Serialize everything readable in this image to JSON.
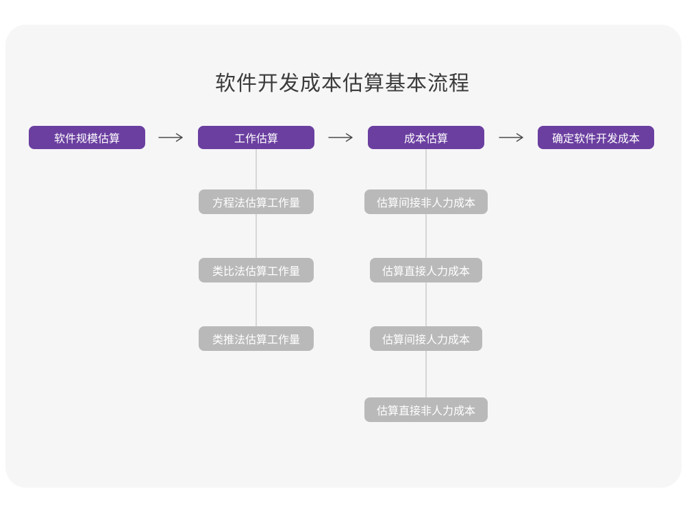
{
  "page": {
    "title": "软件开发成本估算基本流程"
  },
  "colors": {
    "page_bg": "#ffffff",
    "card_bg": "#f6f6f7",
    "stage_box": "#6b3fa0",
    "child_box": "#b9b9b9",
    "box_text": "#ffffff",
    "title_text": "#3b3b3b",
    "arrow": "#4a4a4a",
    "connector_line": "#d6d6d6"
  },
  "icons": {
    "flow_arrow": "long-right-arrow"
  },
  "flow": {
    "stages": [
      {
        "label": "软件规模估算",
        "children": []
      },
      {
        "label": "工作估算",
        "children": [
          "方程法估算工作量",
          "类比法估算工作量",
          "类推法估算工作量"
        ]
      },
      {
        "label": "成本估算",
        "children": [
          "估算间接非人力成本",
          "估算直接人力成本",
          "估算间接人力成本",
          "估算直接非人力成本"
        ]
      },
      {
        "label": "确定软件开发成本",
        "children": []
      }
    ]
  }
}
